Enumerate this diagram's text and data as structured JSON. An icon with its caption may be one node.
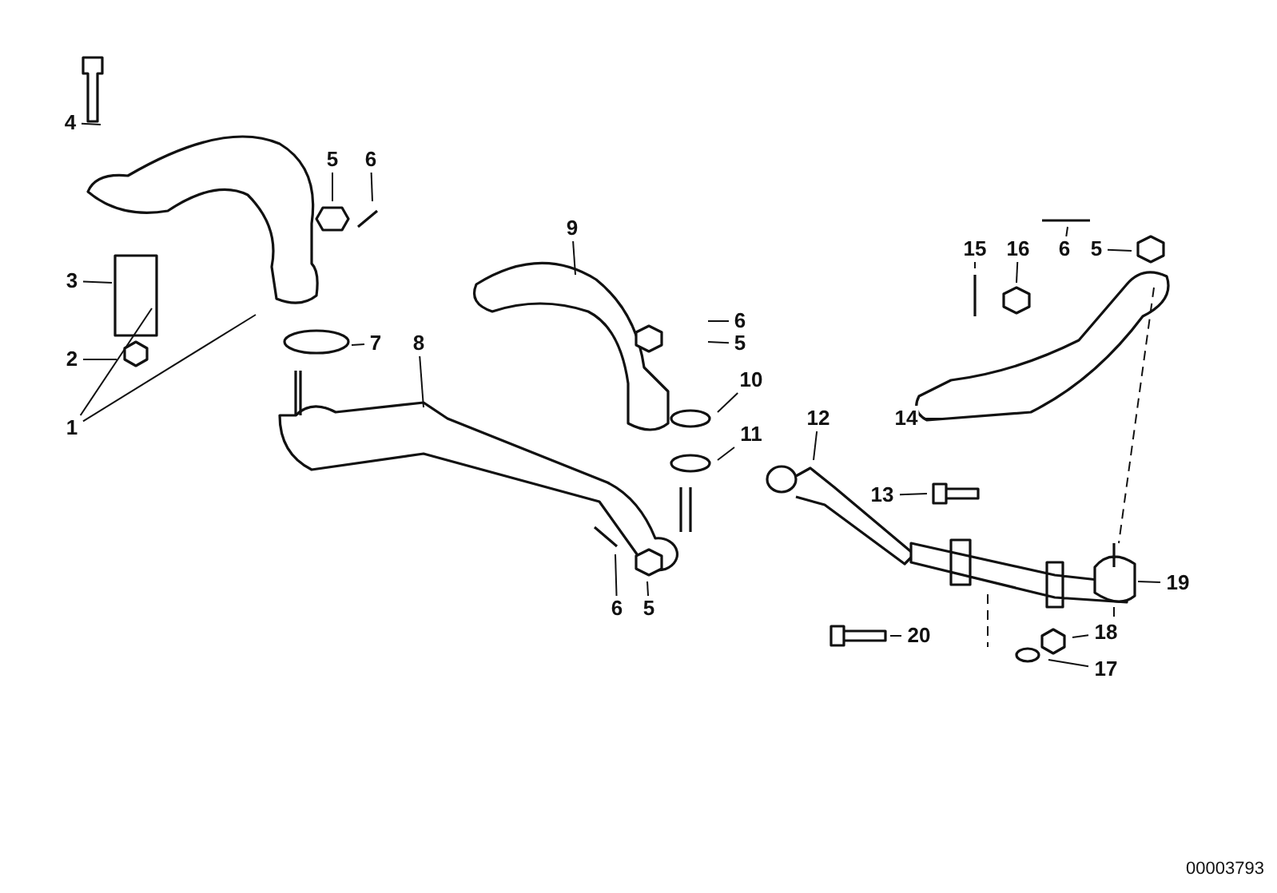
{
  "diagram": {
    "nodes": [
      {
        "text": [
          "4"
        ]
      },
      {
        "text": [
          "5"
        ]
      },
      {
        "text": [
          "6"
        ]
      },
      {
        "text": [
          "3"
        ]
      },
      {
        "text": [
          "2"
        ]
      },
      {
        "text": [
          "7"
        ]
      },
      {
        "text": [
          "1"
        ]
      },
      {
        "text": [
          "9"
        ]
      },
      {
        "text": [
          "8"
        ]
      },
      {
        "text": [
          "6"
        ]
      },
      {
        "text": [
          "5"
        ]
      },
      {
        "text": [
          "10"
        ]
      },
      {
        "text": [
          "11"
        ]
      },
      {
        "text": [
          "12"
        ]
      },
      {
        "text": [
          "15"
        ]
      },
      {
        "text": [
          "16"
        ]
      },
      {
        "text": [
          "6"
        ]
      },
      {
        "text": [
          "5"
        ]
      },
      {
        "text": [
          "14"
        ]
      },
      {
        "text": [
          "13"
        ]
      },
      {
        "text": [
          "6"
        ]
      },
      {
        "text": [
          "5"
        ]
      },
      {
        "text": [
          "19"
        ]
      },
      {
        "text": [
          "20"
        ]
      },
      {
        "text": [
          "18"
        ]
      },
      {
        "text": [
          "17"
        ]
      }
    ],
    "edges": [
      {
        "from": 0,
        "to": null,
        "arrow": "none"
      },
      {
        "from": 1,
        "to": null,
        "arrow": "none"
      },
      {
        "from": 2,
        "to": null,
        "arrow": "none"
      },
      {
        "from": 3,
        "to": null,
        "arrow": "none"
      },
      {
        "from": 4,
        "to": null,
        "arrow": "none"
      },
      {
        "from": 5,
        "to": null,
        "arrow": "none"
      },
      {
        "from": 6,
        "to": null,
        "arrow": "none"
      },
      {
        "from": 6,
        "to": null,
        "arrow": "none"
      },
      {
        "from": 7,
        "to": null,
        "arrow": "none"
      },
      {
        "from": 8,
        "to": null,
        "arrow": "none"
      },
      {
        "from": 9,
        "to": null,
        "arrow": "none"
      },
      {
        "from": 10,
        "to": null,
        "arrow": "none"
      },
      {
        "from": 11,
        "to": null,
        "arrow": "none"
      },
      {
        "from": 12,
        "to": null,
        "arrow": "none"
      },
      {
        "from": 13,
        "to": null,
        "arrow": "none"
      },
      {
        "from": 14,
        "to": null,
        "arrow": "none"
      },
      {
        "from": 15,
        "to": null,
        "arrow": "none"
      },
      {
        "from": 16,
        "to": null,
        "arrow": "none"
      },
      {
        "from": 17,
        "to": null,
        "arrow": "none"
      },
      {
        "from": 18,
        "to": null,
        "arrow": "none"
      },
      {
        "from": 19,
        "to": null,
        "arrow": "none"
      },
      {
        "from": 20,
        "to": null,
        "arrow": "none"
      },
      {
        "from": 21,
        "to": null,
        "arrow": "none"
      },
      {
        "from": 22,
        "to": null,
        "arrow": "none"
      },
      {
        "from": 23,
        "to": null,
        "arrow": "none"
      },
      {
        "from": 24,
        "to": null,
        "arrow": "none"
      },
      {
        "from": 25,
        "to": null,
        "arrow": "none"
      }
    ],
    "labels": [
      "00003793"
    ]
  }
}
